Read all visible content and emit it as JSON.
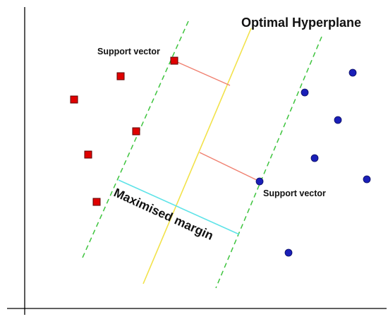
{
  "labels": {
    "title": "Optimal Hyperplane",
    "support_vector_top": "Support vector",
    "support_vector_bottom": "Support vector",
    "margin": "Maximised margin"
  },
  "colors": {
    "class_a": "#e00000",
    "class_b": "#1a1fb8",
    "hyperplane": "#f2e24a",
    "margin_boundary": "#3ec43e",
    "support_link": "#f08070",
    "margin_measure": "#5fe3e8",
    "axis": "#000000"
  },
  "icons": {
    "class_a_point": "red-square",
    "class_b_point": "blue-circle"
  }
}
